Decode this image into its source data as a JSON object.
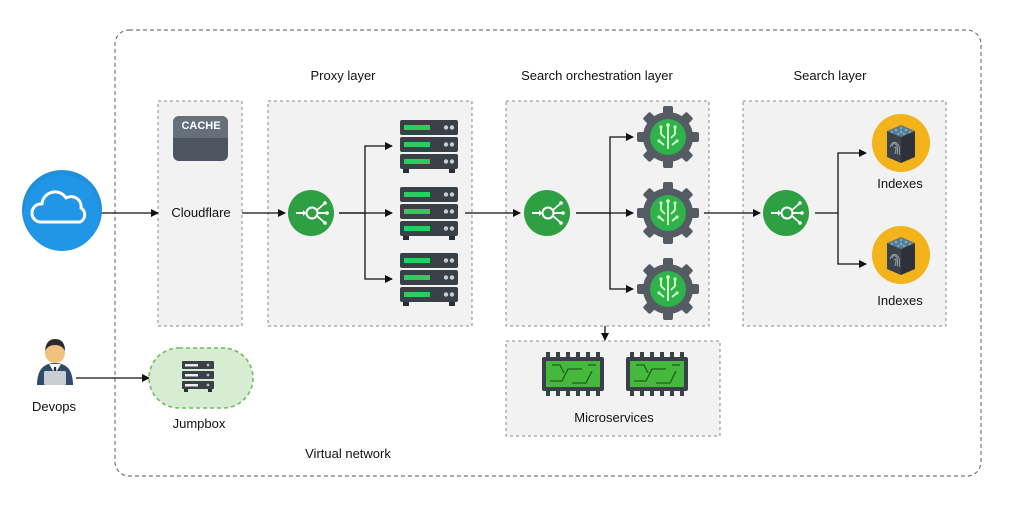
{
  "labels": {
    "proxy_layer": "Proxy layer",
    "search_orchestration_layer": "Search orchestration layer",
    "search_layer": "Search layer",
    "cloudflare": "Cloudflare",
    "cache": "CACHE",
    "indexes_top": "Indexes",
    "indexes_bottom": "Indexes",
    "microservices": "Microservices",
    "devops": "Devops",
    "jumpbox": "Jumpbox",
    "virtual_network": "Virtual network"
  },
  "colors": {
    "cloud_blue": "#1e8fd8",
    "load_balancer_green": "#2ea043",
    "server_dark": "#3a4048",
    "server_green": "#34c759",
    "gear_gray": "#545b63",
    "chip_green": "#47b83e",
    "index_gold": "#f2b31b",
    "zone_fill": "#f2f2f2",
    "jumpbox_fill": "#d7ecd2"
  },
  "icons": {
    "cloud": "cloud-icon",
    "cache": "cache-icon",
    "load_balancer": "load-balancer-icon",
    "server": "server-rack-icon",
    "gear": "gear-chip-icon",
    "index": "index-db-icon",
    "chip": "microchip-icon",
    "user": "user-icon"
  }
}
